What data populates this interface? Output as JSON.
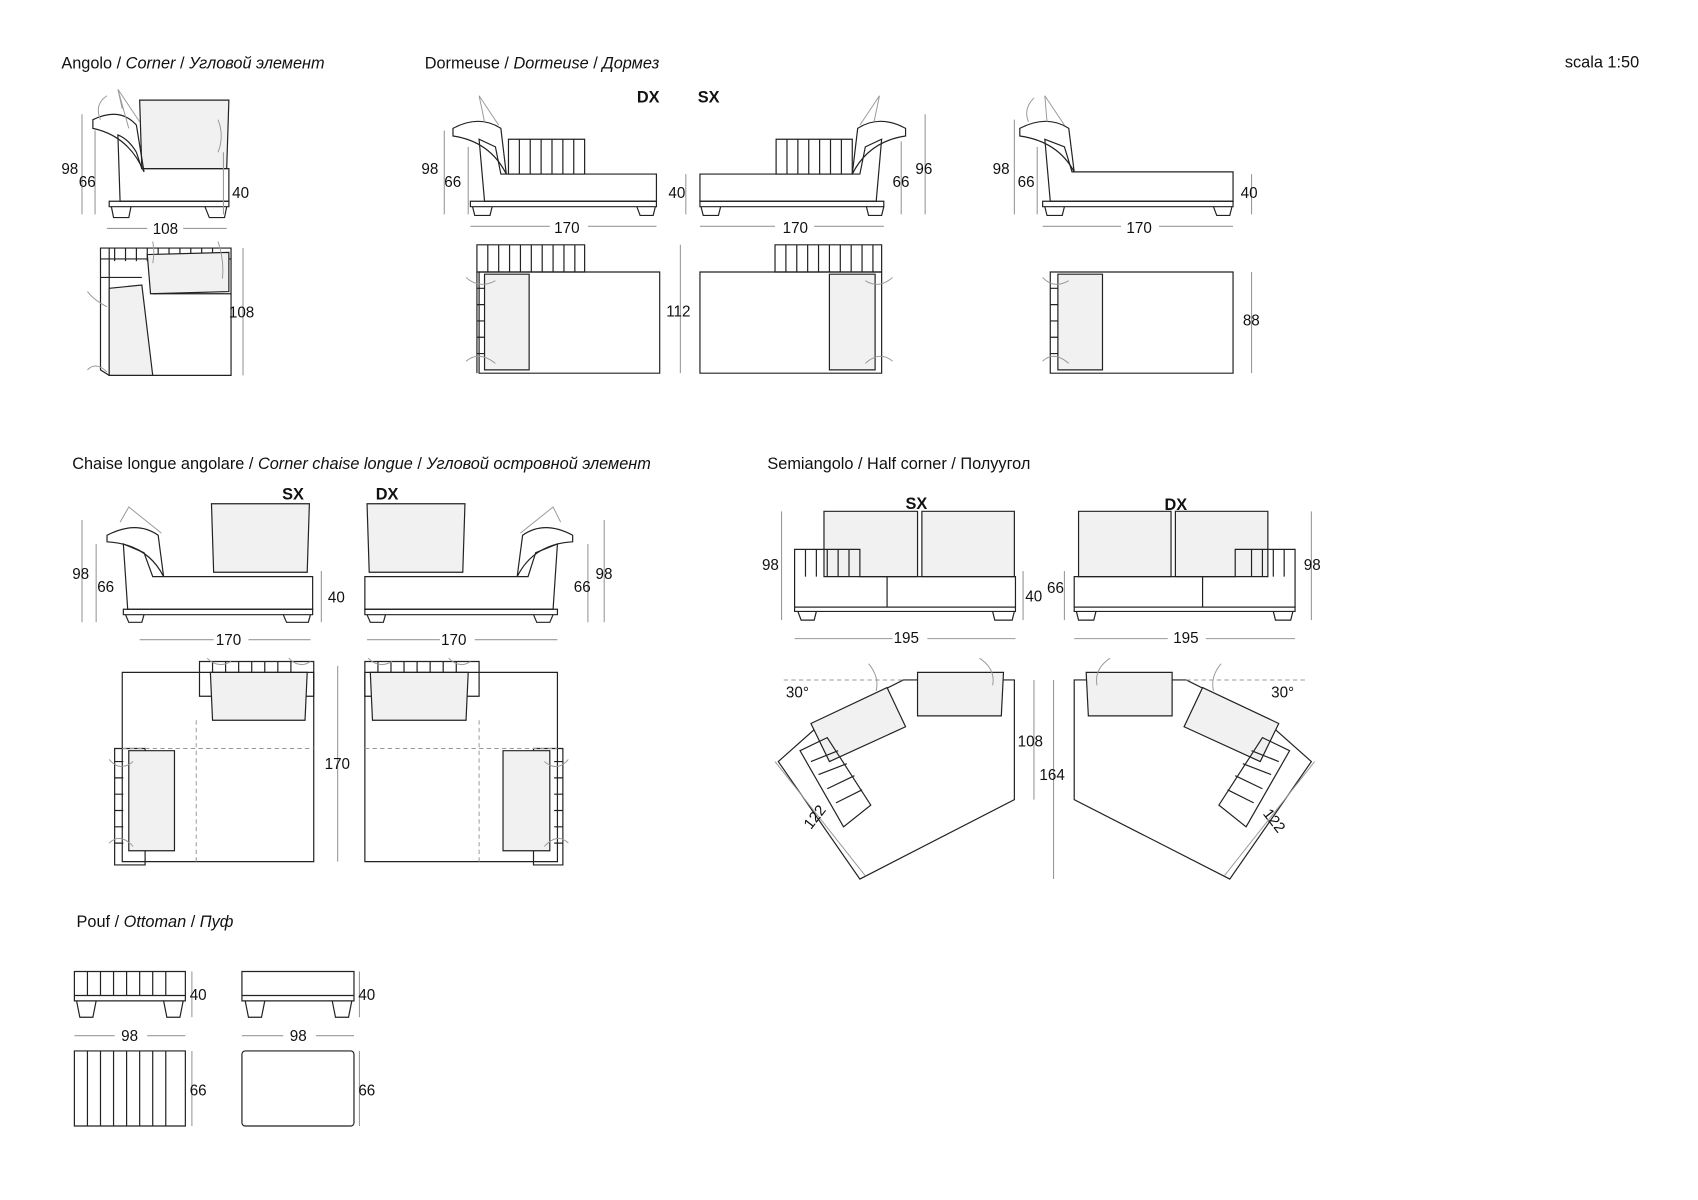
{
  "scale": "scala 1:50",
  "sections": {
    "corner": {
      "it": "Angolo",
      "en": "Corner",
      "ru": "Угловой элемент",
      "dims": [
        "98",
        "66",
        "40",
        "108",
        "108"
      ]
    },
    "dormeuse": {
      "it": "Dormeuse",
      "en": "Dormeuse",
      "ru": "Дормез",
      "dx": "DX",
      "sx": "SX",
      "dims": [
        "98",
        "66",
        "40",
        "170",
        "112",
        "66",
        "96",
        "170",
        "98",
        "66",
        "40",
        "170",
        "88"
      ]
    },
    "chaise": {
      "it": "Chaise longue angolare",
      "en": "Corner chaise longue",
      "ru": "Угловой островной элемент",
      "sx": "SX",
      "dx": "DX",
      "dims": [
        "98",
        "66",
        "40",
        "170",
        "170",
        "66",
        "98",
        "170"
      ]
    },
    "half_corner": {
      "it": "Semiangolo",
      "en": "Half corner",
      "ru": "Полуугол",
      "sx": "SX",
      "dx": "DX",
      "dims": [
        "98",
        "40",
        "195",
        "30°",
        "108",
        "122",
        "66",
        "98",
        "195",
        "30°",
        "164",
        "122"
      ]
    },
    "ottoman": {
      "it": "Pouf",
      "en": "Ottoman",
      "ru": "Пуф",
      "dims": [
        "40",
        "98",
        "66",
        "40",
        "98",
        "66"
      ]
    }
  }
}
